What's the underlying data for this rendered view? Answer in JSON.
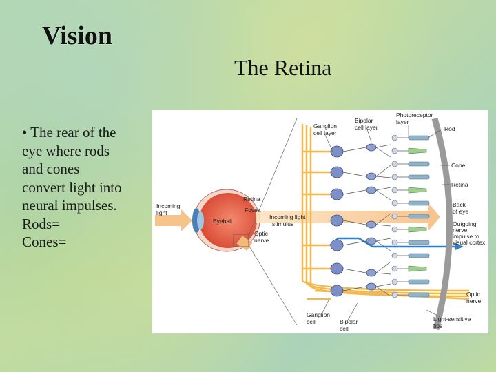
{
  "slide": {
    "title": "Vision",
    "subtitle": "The Retina",
    "bullet": {
      "lines": [
        "• The rear of the",
        "eye where rods",
        "and cones",
        "convert light into",
        "neural impulses."
      ],
      "rods": "Rods=",
      "cones": "Cones="
    }
  },
  "figure": {
    "labels": {
      "incoming_light_1": "Incoming",
      "incoming_light_2": "light",
      "eyeball": "Eyeball",
      "retina": "Retina",
      "fovea": "Fovea",
      "optic_nerve_eye_1": "Optic",
      "optic_nerve_eye_2": "nerve",
      "incoming_stimulus_1": "Incoming light",
      "incoming_stimulus_2": "stimulus",
      "ganglion_layer_1": "Ganglion",
      "ganglion_layer_2": "cell layer",
      "bipolar_layer_1": "Bipolar",
      "bipolar_layer_2": "cell layer",
      "photoreceptor_layer_1": "Photoreceptor",
      "photoreceptor_layer_2": "layer",
      "rod": "Rod",
      "cone": "Cone",
      "retina_right": "Retina",
      "back_of_eye_1": "Back",
      "back_of_eye_2": "of eye",
      "outgoing_1": "Outgoing",
      "outgoing_2": "nerve",
      "outgoing_3": "impulse to",
      "outgoing_4": "visual cortex",
      "optic_nerve_right_1": "Optic",
      "optic_nerve_right_2": "nerve",
      "ganglion_cell_1": "Ganglion",
      "ganglion_cell_2": "cell",
      "bipolar_cell_1": "Bipolar",
      "bipolar_cell_2": "cell",
      "light_tips_1": "Light-sensitive",
      "light_tips_2": "tips"
    },
    "colors": {
      "eyeball": "#e8604a",
      "ganglion": "#7d8fc4",
      "bipolar": "#8fa0cf",
      "rod": "#8fb3c9",
      "cone": "#9fcf8f",
      "nerve_fiber": "#f2b84b",
      "light_arrow": "#f5c07a",
      "impulse": "#2f7fc7"
    }
  }
}
